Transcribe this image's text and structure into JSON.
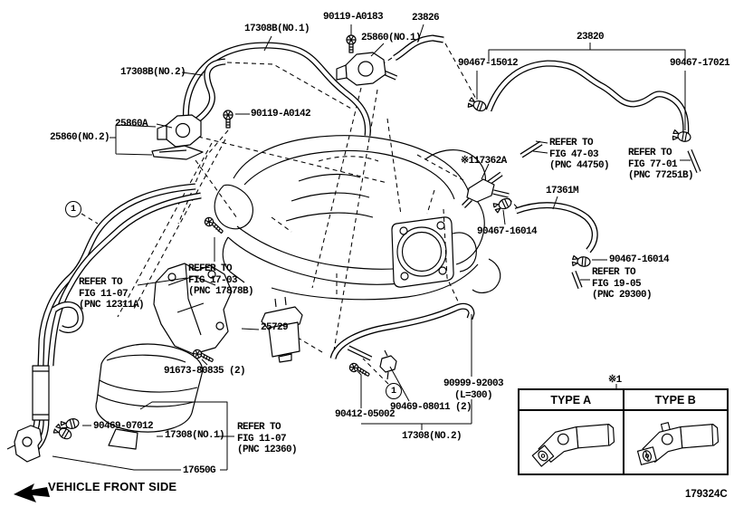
{
  "drawing": {
    "code": "179324C"
  },
  "footer": {
    "vehicle_front": "VEHICLE FRONT SIDE"
  },
  "table": {
    "marker": "※1",
    "type_a": "TYPE A",
    "type_b": "TYPE B"
  },
  "callouts": {
    "hose_17308b_no1": "17308B(NO.1)",
    "bolt_90119_a0183": "90119-A0183",
    "hose_23826": "23826",
    "valve_25860_no1": "25860(NO.1)",
    "hose_23820": "23820",
    "hose_17308b_no2": "17308B(NO.2)",
    "clamp_90467_15012": "90467-15012",
    "clamp_90467_17021": "90467-17021",
    "bracket_25860a": "25860A",
    "bolt_90119_a0142": "90119-A0142",
    "valve_25860_no2": "25860(NO.2)",
    "refer_47_03": "REFER TO\nFIG 47-03\n(PNC 44750)",
    "refer_77_01": "REFER TO\nFIG 77-01\n(PNC 77251B)",
    "fitting_117362a": "※117362A",
    "hose_17361m": "17361M",
    "clamp_90467_16014_a": "90467-16014",
    "clamp_90467_16014_b": "90467-16014",
    "refer_19_05": "REFER TO\nFIG 19-05\n(PNC 29300)",
    "refer_17_03": "REFER TO\nFIG 17-03\n(PNC 17878B)",
    "refer_11_07_a": "REFER TO\nFIG 11-07\n(PNC 12311A)",
    "valve_25729": "25729",
    "bolt_91673_80835": "91673-80835 (2)",
    "hose_90999_92003": "90999-92003\n(L=300)",
    "clip_90469_08011": "90469-08011 (2)",
    "screw_90412_05002": "90412-05002",
    "hose_17308_no2": "17308(NO.2)",
    "clamp_90469_07012": "90469-07012",
    "hose_17308_no1": "17308(NO.1)",
    "refer_11_07_b": "REFER TO\nFIG 11-07\n(PNC 12360)",
    "pipe_17650g": "17650G",
    "circle_1_a": "1",
    "circle_1_b": "1"
  }
}
